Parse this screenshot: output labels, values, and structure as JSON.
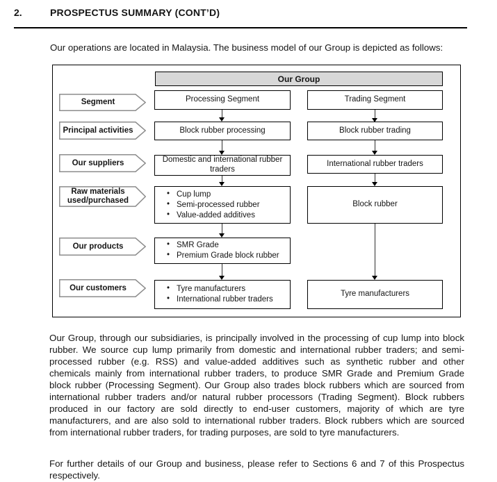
{
  "header": {
    "section_number": "2.",
    "title": "PROSPECTUS SUMMARY (CONT’D)"
  },
  "intro": "Our operations are located in Malaysia. The business model of our Group is depicted as follows:",
  "diagram": {
    "title": "Our Group",
    "colors": {
      "title_fill": "#d8d8d8",
      "box_border": "#000000",
      "label_border": "#8c8c8c"
    },
    "rows": [
      {
        "label": "Segment",
        "processing": {
          "text": "Processing Segment"
        },
        "trading": {
          "text": "Trading Segment"
        }
      },
      {
        "label": "Principal activities",
        "processing": {
          "text": "Block rubber processing"
        },
        "trading": {
          "text": "Block rubber trading"
        }
      },
      {
        "label": "Our suppliers",
        "processing": {
          "text": "Domestic and international rubber traders"
        },
        "trading": {
          "text": "International rubber traders"
        }
      },
      {
        "label": "Raw materials used/purchased",
        "processing": {
          "items": [
            "Cup lump",
            "Semi-processed rubber",
            "Value-added additives"
          ]
        },
        "trading": {
          "text": "Block rubber"
        }
      },
      {
        "label": "Our products",
        "processing": {
          "items": [
            "SMR Grade",
            "Premium Grade block rubber"
          ]
        },
        "trading": null
      },
      {
        "label": "Our customers",
        "processing": {
          "items": [
            "Tyre manufacturers",
            "International rubber traders"
          ]
        },
        "trading": {
          "text": "Tyre manufacturers"
        }
      }
    ]
  },
  "body": {
    "paragraph_1": "Our Group, through our subsidiaries, is principally involved in the processing of cup lump into block rubber. We source cup lump primarily from domestic and international rubber traders; and semi-processed rubber (e.g. RSS) and value-added additives such as synthetic rubber and other chemicals mainly from international rubber traders, to produce SMR Grade and Premium Grade block rubber (Processing Segment). Our Group also trades block rubbers which are sourced from international rubber traders and/or natural rubber processors (Trading Segment). Block rubbers produced in our factory are sold directly to end-user customers, majority of which are tyre manufacturers, and are also sold to international rubber traders. Block rubbers which are sourced from international rubber traders, for trading purposes, are sold to tyre manufacturers.",
    "paragraph_2": "For further details of our Group and business, please refer to Sections 6 and 7 of this Prospectus respectively."
  }
}
